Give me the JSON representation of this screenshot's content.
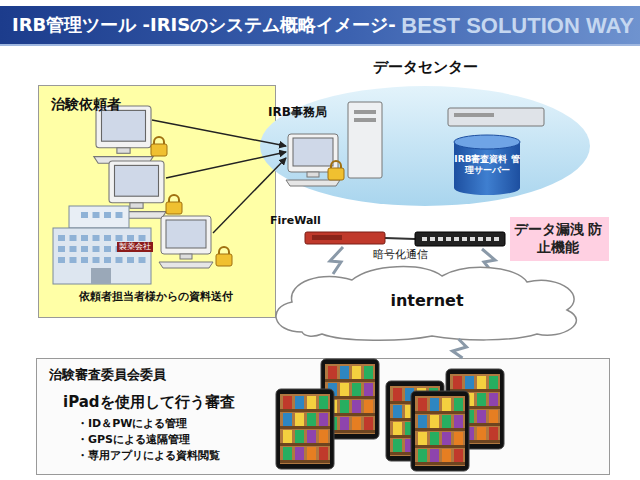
{
  "diagram": {
    "title": "IRB管理ツール -IRISのシステム概略イメージ-",
    "nodes": [
      {
        "text": [
          "治験依頼者",
          "依頼者担当者様からの資料送付"
        ]
      },
      {
        "text": [
          "データセンター"
        ]
      },
      {
        "text": [
          "IRB事務局"
        ],
        "in": 1
      },
      {
        "text": [
          "IRB審査資料 管理サーバー"
        ],
        "in": 1
      },
      {
        "text": [
          "データ漏洩 防止機能"
        ]
      },
      {
        "text": [
          "internet"
        ]
      },
      {
        "text": [
          "治験審査委員会委員",
          "iPadを使用して行う審査",
          "・ID＆PWによる管理",
          "・GPSによる遠隔管理",
          "・専用アプリによる資料閲覧"
        ]
      }
    ],
    "edges": [
      {
        "from": 0,
        "to": 2,
        "arrow": "to"
      },
      {
        "from": 5,
        "to": 6,
        "arrow": "none"
      }
    ],
    "labels": [
      "BEST SOLUTION WAY",
      "製薬会社",
      "FireWall",
      "暗号化通信"
    ]
  }
}
